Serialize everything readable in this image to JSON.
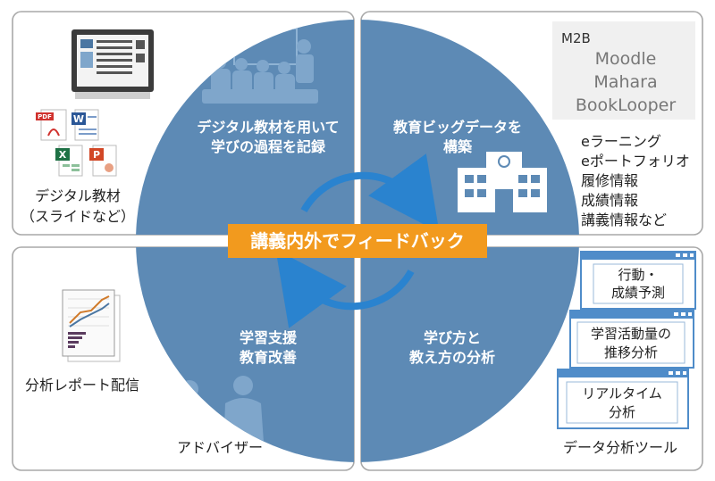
{
  "center_banner": "講義内外でフィードバック",
  "quadrants": {
    "top_left": {
      "title_lines": [
        "デジタル教材を用いて",
        "学びの過程を記録"
      ],
      "side_label_lines": [
        "デジタル教材",
        "（スライドなど）"
      ],
      "icon_labels": {
        "pdf": "PDF",
        "word": "W",
        "excel": "X",
        "ppt": "P"
      }
    },
    "top_right": {
      "title_lines": [
        "教育ビッグデータを",
        "構築"
      ],
      "systems": {
        "lead": "M2B",
        "items": [
          "Moodle",
          "Mahara",
          "BookLooper"
        ]
      },
      "data_items": [
        "eラーニング",
        "eポートフォリオ",
        "履修情報",
        "成績情報",
        "講義情報など"
      ]
    },
    "bottom_left": {
      "title_lines": [
        "学習支援",
        "教育改善"
      ],
      "report_label": "分析レポート配信",
      "advisor_label": "アドバイザー"
    },
    "bottom_right": {
      "title_lines": [
        "学び方と",
        "教え方の分析"
      ],
      "windows": [
        {
          "lines": [
            "行動・",
            "成績予測"
          ]
        },
        {
          "lines": [
            "学習活動量の",
            "推移分析"
          ]
        },
        {
          "lines": [
            "リアルタイム",
            "分析"
          ]
        }
      ],
      "tools_label": "データ分析ツール"
    }
  },
  "colors": {
    "circle": "#5d8ab5",
    "circle_dark": "#4a76a2",
    "silhouette": "#7fa6cb",
    "building": "#ffffff",
    "banner": "#f29a1e",
    "arrow": "#2a83cf",
    "panel_border": "#a9a9a9",
    "window_frame": "#4f8cc9",
    "text": "#222222"
  }
}
